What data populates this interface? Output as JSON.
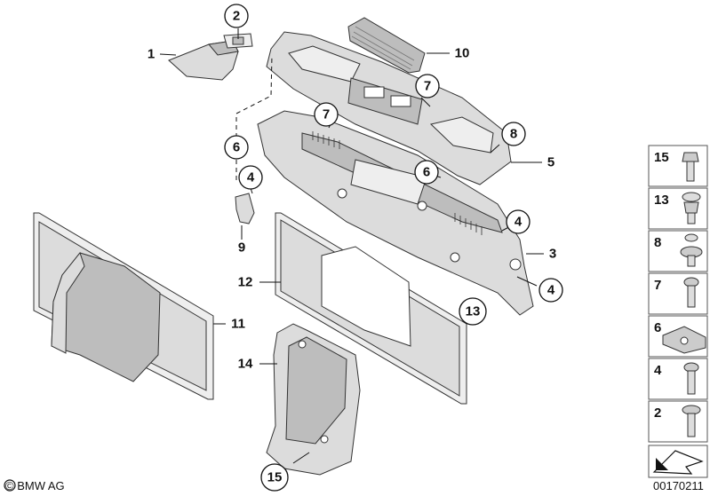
{
  "callouts": [
    {
      "id": "1",
      "text": "1"
    },
    {
      "id": "2",
      "text": "2"
    },
    {
      "id": "3",
      "text": "3"
    },
    {
      "id": "4a",
      "text": "4"
    },
    {
      "id": "4b",
      "text": "4"
    },
    {
      "id": "4c",
      "text": "4"
    },
    {
      "id": "5",
      "text": "5"
    },
    {
      "id": "6a",
      "text": "6"
    },
    {
      "id": "6b",
      "text": "6"
    },
    {
      "id": "7a",
      "text": "7"
    },
    {
      "id": "7b",
      "text": "7"
    },
    {
      "id": "8",
      "text": "8"
    },
    {
      "id": "9",
      "text": "9"
    },
    {
      "id": "10",
      "text": "10"
    },
    {
      "id": "11",
      "text": "11"
    },
    {
      "id": "12",
      "text": "12"
    },
    {
      "id": "13",
      "text": "13"
    },
    {
      "id": "14",
      "text": "14"
    },
    {
      "id": "15",
      "text": "15"
    }
  ],
  "fastener_legend": [
    "15",
    "13",
    "8",
    "7",
    "6",
    "4",
    "2"
  ],
  "footer": {
    "copyright": "© BMW AG",
    "diagram_number": "00170211"
  },
  "icons": [
    "bmw-roundel-icon",
    "nav-arrow-icon"
  ]
}
